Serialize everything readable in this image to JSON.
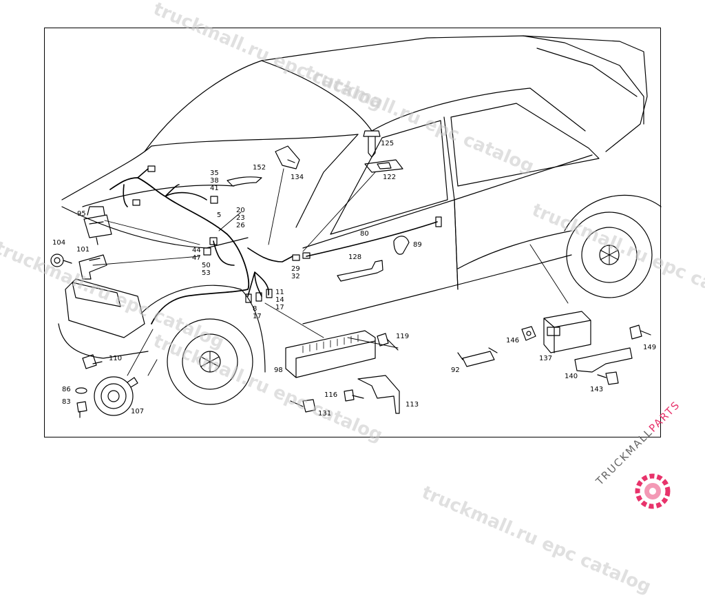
{
  "callouts": [
    {
      "id": "c125",
      "text": "125"
    },
    {
      "id": "c152",
      "text": "152"
    },
    {
      "id": "c35",
      "text": "35\n38\n41"
    },
    {
      "id": "c134",
      "text": "134"
    },
    {
      "id": "c122",
      "text": "122"
    },
    {
      "id": "c5",
      "text": "5"
    },
    {
      "id": "c20",
      "text": "20\n23\n26"
    },
    {
      "id": "c95",
      "text": "95"
    },
    {
      "id": "c80",
      "text": "80"
    },
    {
      "id": "c89",
      "text": "89"
    },
    {
      "id": "c104",
      "text": "104"
    },
    {
      "id": "c101",
      "text": "101"
    },
    {
      "id": "c44",
      "text": "44\n47"
    },
    {
      "id": "c50",
      "text": "50\n53"
    },
    {
      "id": "c128",
      "text": "128"
    },
    {
      "id": "c29",
      "text": "29\n32"
    },
    {
      "id": "c11",
      "text": "11\n14\n17"
    },
    {
      "id": "c8",
      "text": "8\n17"
    },
    {
      "id": "c119",
      "text": "119"
    },
    {
      "id": "c146",
      "text": "146"
    },
    {
      "id": "c149",
      "text": "149"
    },
    {
      "id": "c137",
      "text": "137"
    },
    {
      "id": "c110",
      "text": "110"
    },
    {
      "id": "c92",
      "text": "92"
    },
    {
      "id": "c98",
      "text": "98"
    },
    {
      "id": "c140",
      "text": "140"
    },
    {
      "id": "c86",
      "text": "86"
    },
    {
      "id": "c116",
      "text": "116"
    },
    {
      "id": "c143",
      "text": "143"
    },
    {
      "id": "c83",
      "text": "83"
    },
    {
      "id": "c113",
      "text": "113"
    },
    {
      "id": "c107",
      "text": "107"
    },
    {
      "id": "c131",
      "text": "131"
    }
  ],
  "watermarks": [
    "truckmall.ru epc catalog"
  ],
  "logo": {
    "text_main": "TRUCKMALL",
    "text_accent": "PARTS",
    "accent_color": "#e8336b",
    "main_color": "#666666"
  }
}
